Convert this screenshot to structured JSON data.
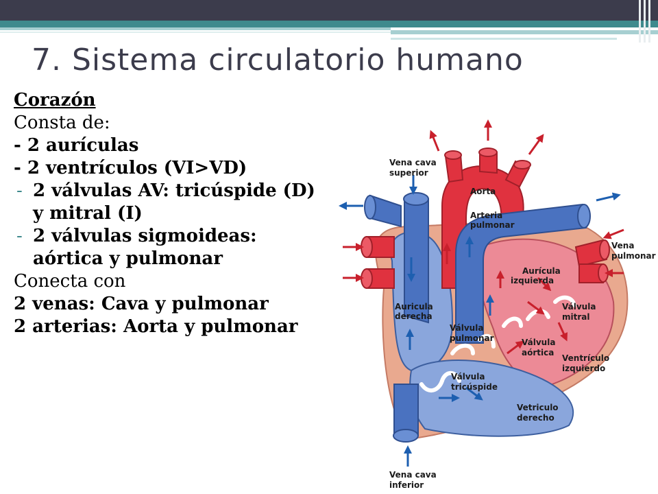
{
  "slide": {
    "title": "7. Sistema circulatorio humano",
    "heading": "Corazón",
    "consta": "Consta de:",
    "item1": "- 2 aurículas",
    "item2": "- 2 ventrículos (VI>VD)",
    "bullet_dash": "-",
    "bullet1": "2 válvulas AV: tricúspide (D) y mitral (I)",
    "bullet2": "2 válvulas sigmoideas: aórtica y pulmonar",
    "conecta": "Conecta con",
    "venas": "2 venas: Cava y pulmonar",
    "arterias": "2 arterias: Aorta y pulmonar"
  },
  "diagram": {
    "labels": {
      "vena_cava_superior_1": "Vena cava",
      "vena_cava_superior_2": "superior",
      "aorta": "Aorta",
      "arteria_pulmonar_1": "Arteria",
      "arteria_pulmonar_2": "pulmonar",
      "vena_pulmonar_1": "Vena",
      "vena_pulmonar_2": "pulmonar",
      "auricula_izquierda_1": "Aurícula",
      "auricula_izquierda_2": "izquierda",
      "auricula_derecha_1": "Auricula",
      "auricula_derecha_2": "derecha",
      "valvula_mitral_1": "Válvula",
      "valvula_mitral_2": "mitral",
      "valvula_pulmonar_1": "Válvula",
      "valvula_pulmonar_2": "pulmonar",
      "valvula_aortica_1": "Válvula",
      "valvula_aortica_2": "aórtica",
      "ventriculo_izquierdo_1": "Ventrículo",
      "ventriculo_izquierdo_2": "izquierdo",
      "valvula_tricuspide_1": "Válvula",
      "valvula_tricuspide_2": "tricúspide",
      "ventriculo_derecho_1": "Vetriculo",
      "ventriculo_derecho_2": "derecho",
      "vena_cava_inferior_1": "Vena cava",
      "vena_cava_inferior_2": "inferior"
    },
    "colors": {
      "oxygenated": "#e0323f",
      "deoxygenated": "#4a72c0",
      "muscle": "#e9a98f",
      "arrow_red": "#c8202c",
      "arrow_blue": "#1d5fb0"
    }
  }
}
